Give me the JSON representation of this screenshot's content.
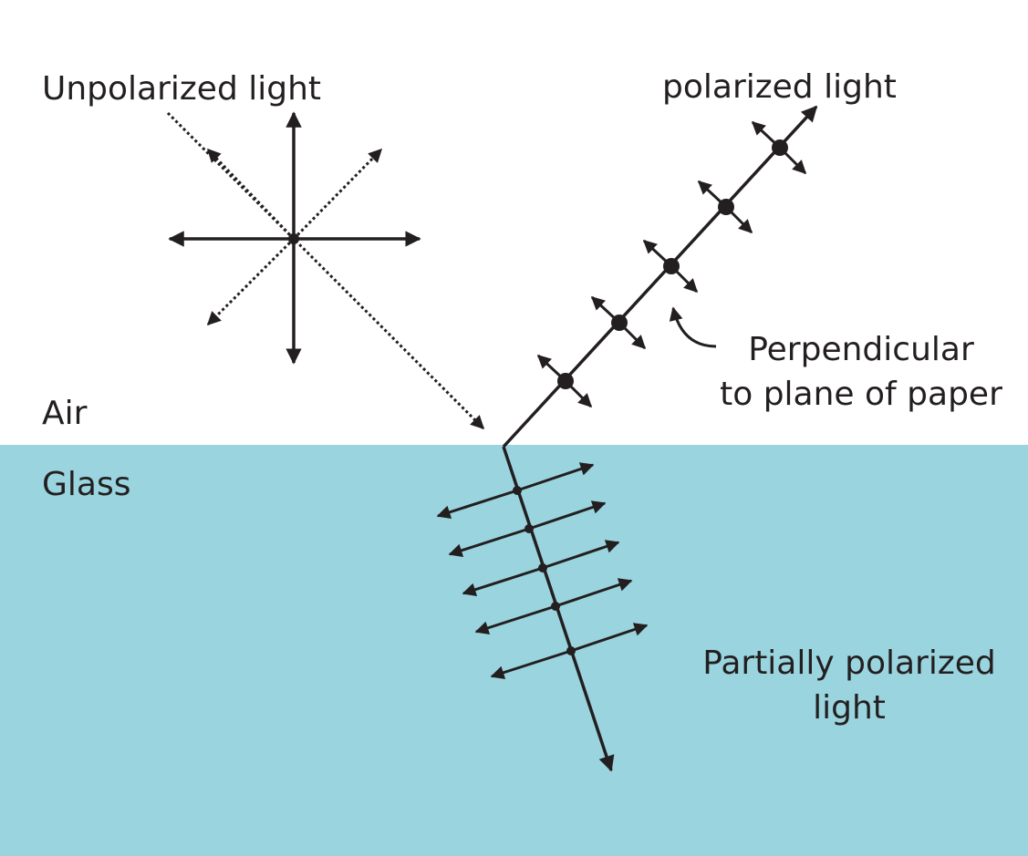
{
  "labels": {
    "unpolarized": "Unpolarized light",
    "polarized": "polarized light",
    "perpendicular_line1": "Perpendicular",
    "perpendicular_line2": "to plane of paper",
    "air": "Air",
    "glass": "Glass",
    "partial_line1": "Partially polarized",
    "partial_line2": "light"
  },
  "colors": {
    "glass": "#9ad5df",
    "air": "#ffffff",
    "ink": "#231f20"
  }
}
